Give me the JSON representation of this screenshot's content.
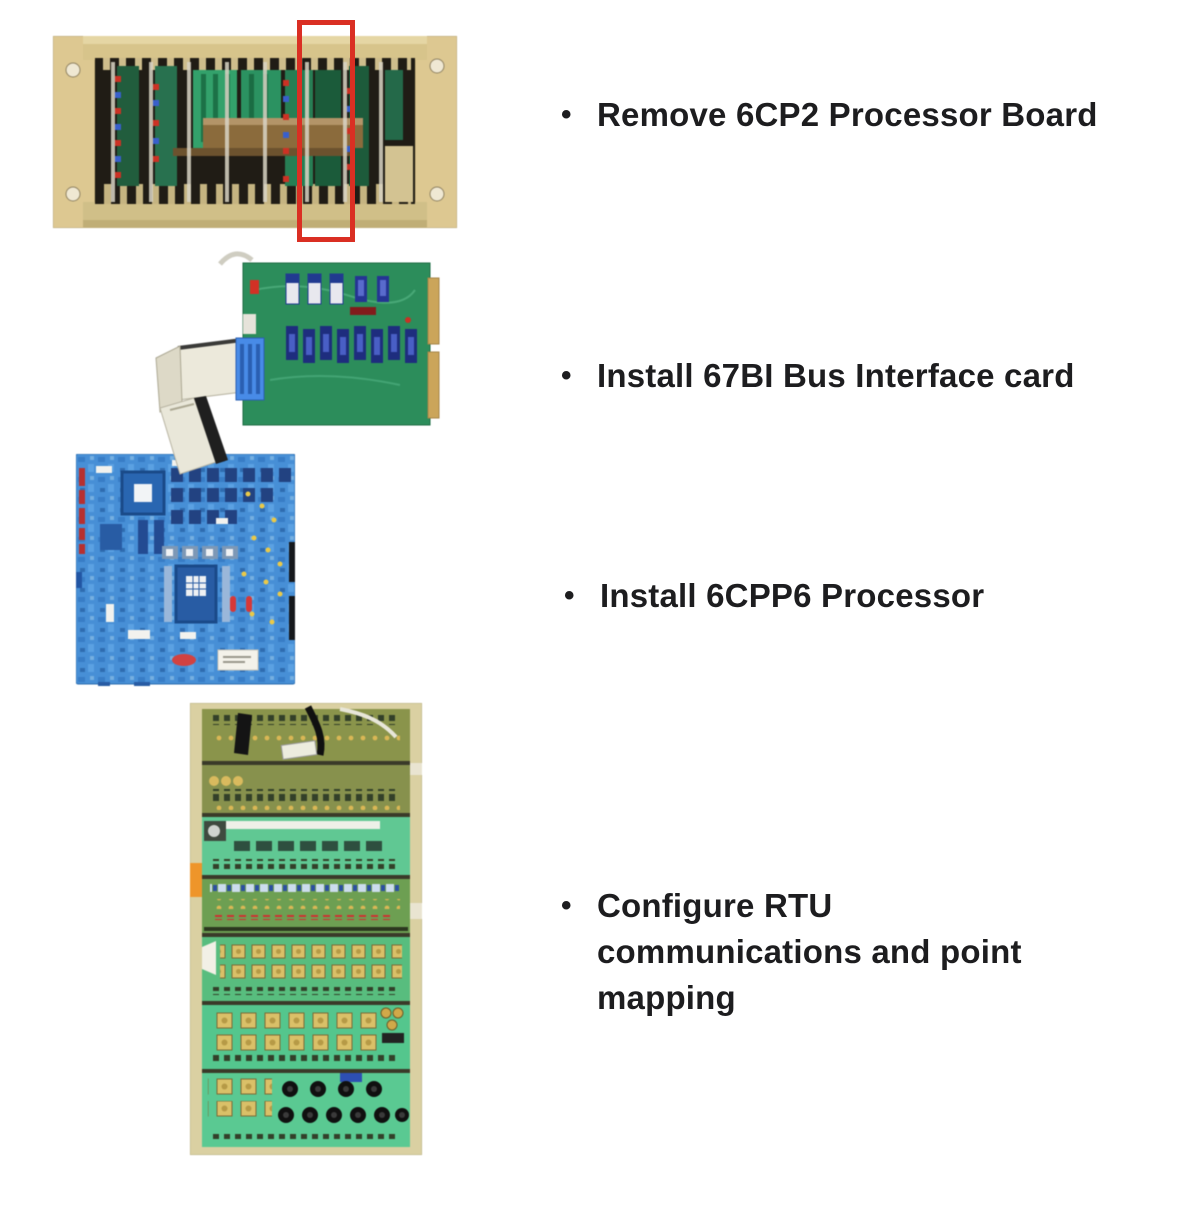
{
  "page": {
    "background": "#ffffff",
    "text_color": "#1d1d1f"
  },
  "bullets": {
    "marker": "•",
    "items": [
      {
        "label": "Remove 6CP2 Processor Board"
      },
      {
        "label": "Install 67BI Bus Interface card"
      },
      {
        "label": "Install 6CPP6 Processor"
      },
      {
        "label": "Configure RTU\ncommunications and point\nmapping"
      }
    ]
  },
  "figures": [
    {
      "name": "card-cage-chassis-photo",
      "alt": "Card cage chassis with processor board slot highlighted in red"
    },
    {
      "name": "bus-interface-card-photo",
      "alt": "Green bus interface card with ribbon cable"
    },
    {
      "name": "processor-board-photo",
      "alt": "Blue processor circuit board"
    },
    {
      "name": "rtu-card-rack-photo",
      "alt": "RTU card rack with stacked green boards"
    }
  ],
  "highlight": {
    "color": "#da2f23"
  }
}
